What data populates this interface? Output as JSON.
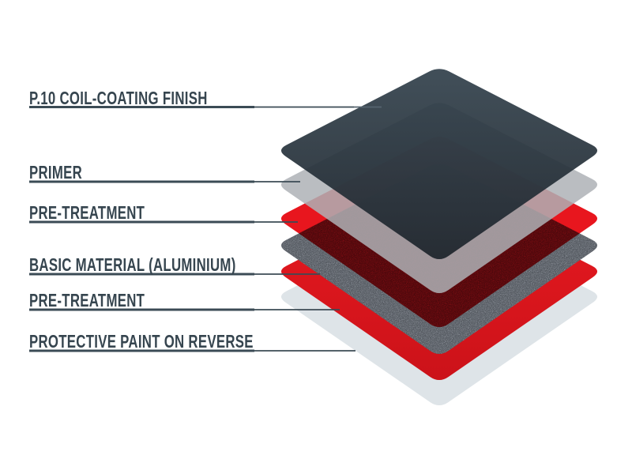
{
  "diagram": {
    "description": "Exploded layer stack of coil-coated aluminium sheet",
    "labels": [
      {
        "text": "P.10 COIL-COATING FINISH"
      },
      {
        "text": "PRIMER"
      },
      {
        "text": "PRE-TREATMENT"
      },
      {
        "text": "BASIC MATERIAL (ALUMINIUM)"
      },
      {
        "text": "PRE-TREATMENT"
      },
      {
        "text": "PROTECTIVE PAINT ON REVERSE"
      }
    ],
    "layers": [
      {
        "name": "p10-coil-coating-finish",
        "color_top": "#33424d",
        "color_bottom": "#1d242b"
      },
      {
        "name": "primer",
        "color": "#aeb2b6"
      },
      {
        "name": "pre-treatment-top",
        "color": "#e8161e"
      },
      {
        "name": "basic-material-aluminium",
        "color": "#575c63"
      },
      {
        "name": "pre-treatment-bottom",
        "color_top": "#ea1a21",
        "color_bottom": "#cb1219"
      },
      {
        "name": "protective-paint-on-reverse",
        "color": "#dee4e8"
      }
    ],
    "lines": {
      "color": "#3b4b55",
      "color_on_dark_layer": "#56656f"
    },
    "text_color": "#36454f",
    "background": "#ffffff"
  }
}
